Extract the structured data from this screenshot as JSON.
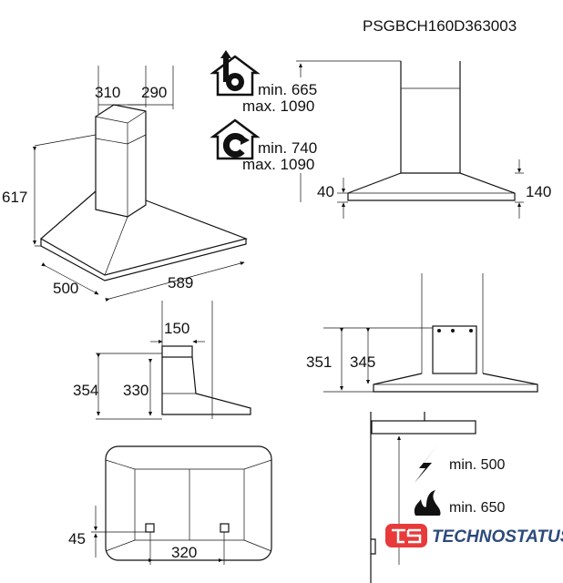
{
  "model_code": "PSGBCH160D363003",
  "perspective_view": {
    "chimney_width": "310",
    "chimney_depth": "290",
    "height": "617",
    "depth": "500",
    "width": "589"
  },
  "installation_heights": {
    "extraction": {
      "icon": "house-extraction-icon",
      "min": "min. 665",
      "max": "max. 1090"
    },
    "recirculation": {
      "icon": "house-recirculation-icon",
      "min": "min. 740",
      "max": "max. 1090"
    }
  },
  "front_view": {
    "edge_height": "40",
    "hood_height": "140"
  },
  "side_view": {
    "outlet": "150",
    "total": "354",
    "inner": "330"
  },
  "bracket_view": {
    "left": "351",
    "right": "345"
  },
  "top_view": {
    "offset": "45",
    "spacing": "320"
  },
  "clearances": {
    "electric": {
      "icon": "lightning-icon",
      "label": "min. 500"
    },
    "gas": {
      "icon": "flame-icon",
      "label": "min. 650"
    }
  },
  "watermark": {
    "text": "TECHNOSTATUS",
    "brand_color": "#e83a3a",
    "text_color": "#2c4a7c"
  }
}
